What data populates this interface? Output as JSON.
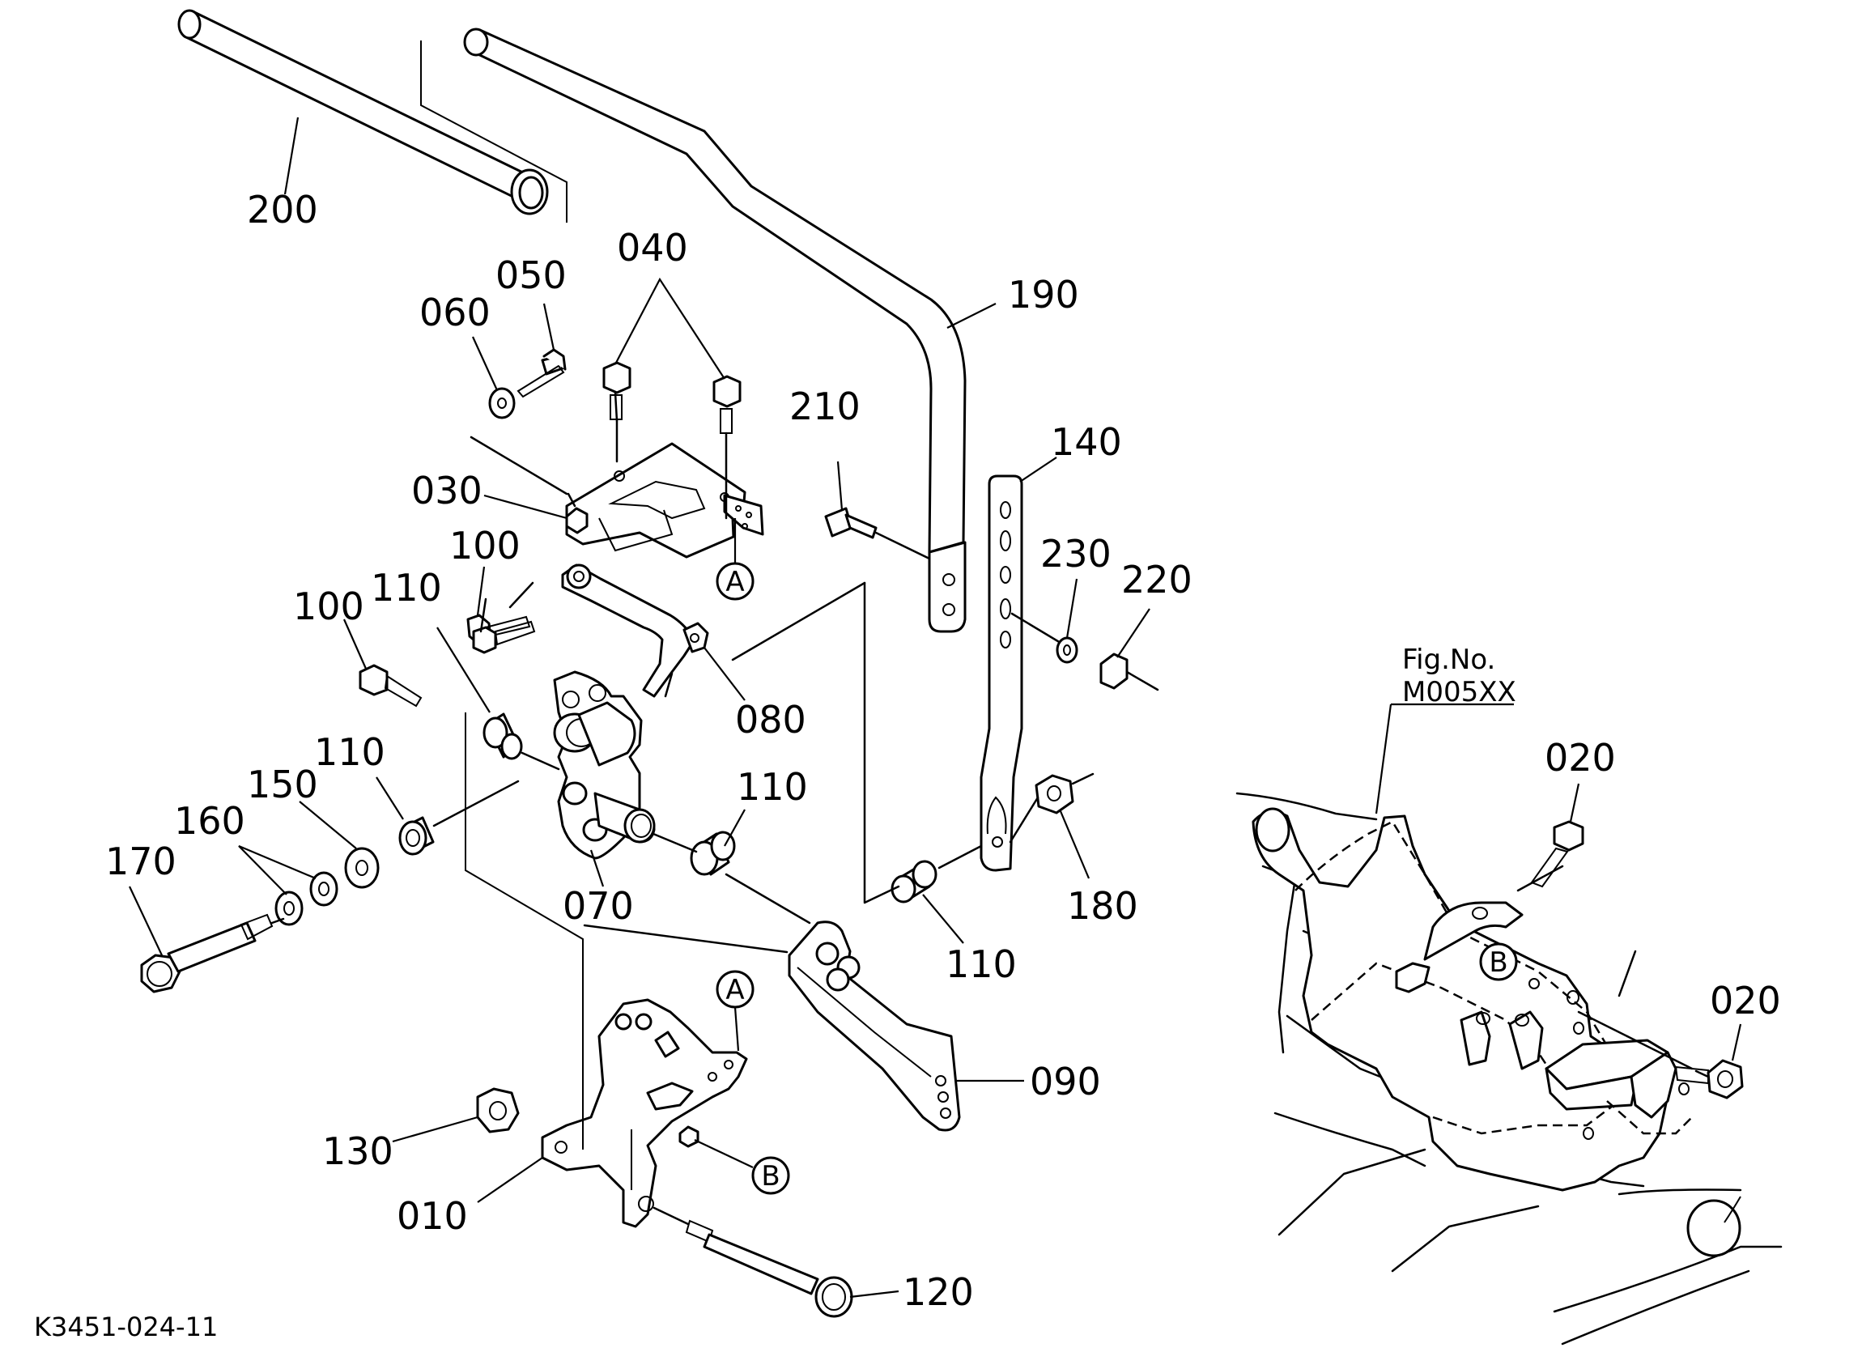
{
  "drawing_code": "K3451-024-11",
  "figure_reference": {
    "line1": "Fig.No.",
    "line2": "M005XX"
  },
  "part_labels": {
    "p200": "200",
    "p190": "190",
    "p040": "040",
    "p050": "050",
    "p060": "060",
    "p210": "210",
    "p140": "140",
    "p030": "030",
    "p100a": "100",
    "p100b": "100",
    "p110a": "110",
    "p230": "230",
    "p220": "220",
    "p080": "080",
    "p110b": "110",
    "p110c": "110",
    "p150": "150",
    "p160": "160",
    "p170": "170",
    "p070": "070",
    "p180": "180",
    "p110d": "110",
    "p090": "090",
    "p130": "130",
    "p010": "010",
    "p120": "120",
    "p020a": "020",
    "p020b": "020"
  },
  "callouts": {
    "a_top": "A",
    "a_bottom": "A",
    "b_bottom": "B",
    "b_inset": "B"
  }
}
